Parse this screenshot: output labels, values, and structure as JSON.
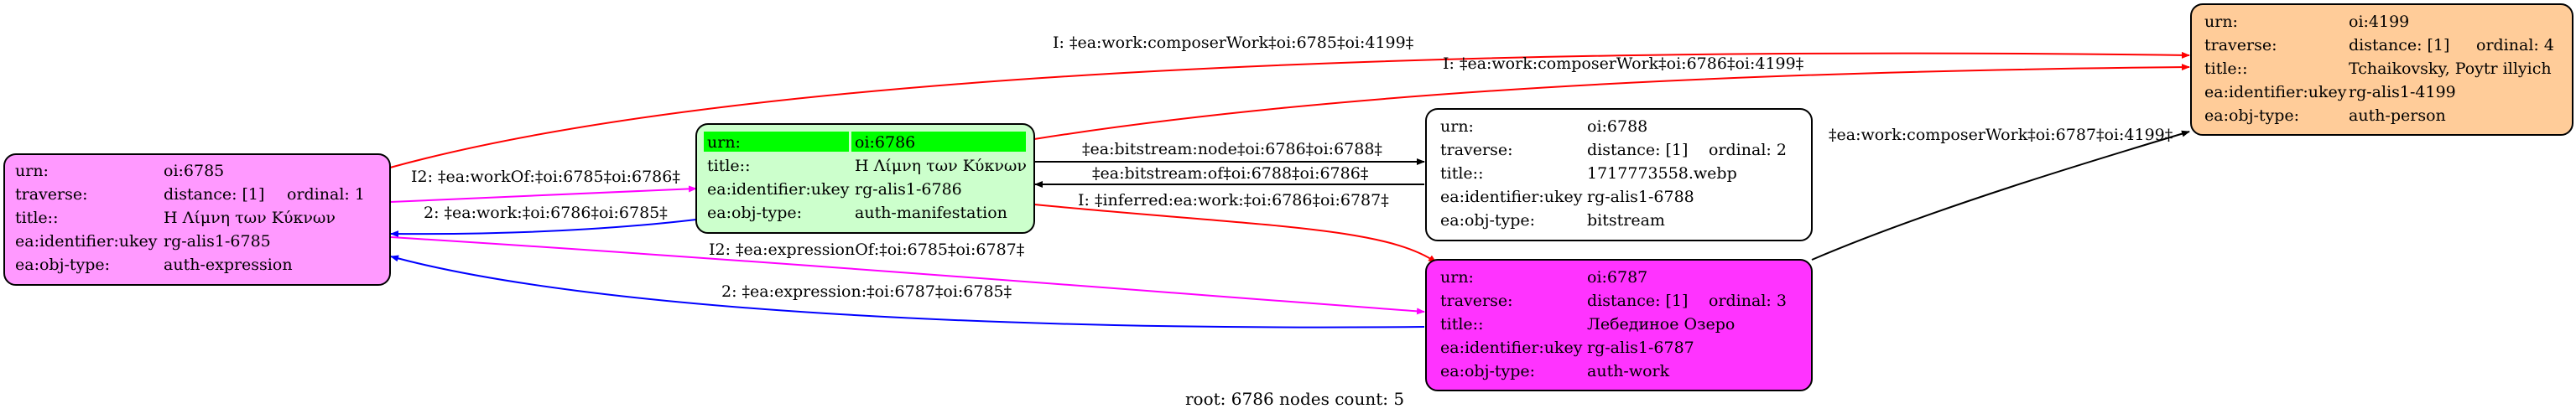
{
  "footer": {
    "prefix": "root:",
    "root": "6786",
    "nodes_label": "nodes count:",
    "count": "5"
  },
  "nodes": [
    {
      "id": "n6785",
      "fill": "#ff99ff",
      "rows": [
        {
          "key": "urn:",
          "value": "oi:6785"
        },
        {
          "key": "traverse:",
          "value": "distance: [1]",
          "extra": "ordinal: 1"
        },
        {
          "key": "title::",
          "value": "Η Λίμνη των Κύκνων"
        },
        {
          "key": "ea:identifier:ukey",
          "value": "rg-alis1-6785"
        },
        {
          "key": "ea:obj-type:",
          "value": "auth-expression"
        }
      ]
    },
    {
      "id": "n6786",
      "fill": "#ccffcc",
      "header_fill": "#00ff00",
      "rows": [
        {
          "key": "urn:",
          "value": "oi:6786"
        },
        {
          "key": "title::",
          "value": "Η Λίμνη των Κύκνων"
        },
        {
          "key": "ea:identifier:ukey",
          "value": "rg-alis1-6786"
        },
        {
          "key": "ea:obj-type:",
          "value": "auth-manifestation"
        }
      ]
    },
    {
      "id": "n6788",
      "fill": "#ffffff",
      "rows": [
        {
          "key": "urn:",
          "value": "oi:6788"
        },
        {
          "key": "traverse:",
          "value": "distance: [1]",
          "extra": "ordinal: 2"
        },
        {
          "key": "title::",
          "value": "1717773558.webp"
        },
        {
          "key": "ea:identifier:ukey",
          "value": "rg-alis1-6788"
        },
        {
          "key": "ea:obj-type:",
          "value": "bitstream"
        }
      ]
    },
    {
      "id": "n6787",
      "fill": "#ff33ff",
      "rows": [
        {
          "key": "urn:",
          "value": "oi:6787"
        },
        {
          "key": "traverse:",
          "value": "distance: [1]",
          "extra": "ordinal: 3"
        },
        {
          "key": "title::",
          "value": "Лебединое Озеро"
        },
        {
          "key": "ea:identifier:ukey",
          "value": "rg-alis1-6787"
        },
        {
          "key": "ea:obj-type:",
          "value": "auth-work"
        }
      ]
    },
    {
      "id": "n4199",
      "fill": "#ffcc99",
      "rows": [
        {
          "key": "urn:",
          "value": "oi:4199"
        },
        {
          "key": "traverse:",
          "value": "distance: [1]",
          "extra": "ordinal: 4"
        },
        {
          "key": "title::",
          "value": "Tchaikovsky, Poytr illyich"
        },
        {
          "key": "ea:identifier:ukey",
          "value": "rg-alis1-4199"
        },
        {
          "key": "ea:obj-type:",
          "value": "auth-person"
        }
      ]
    }
  ],
  "edges": [
    {
      "label": "I: ‡ea:work:composerWork‡oi:6785‡oi:4199‡",
      "color": "#ff0000"
    },
    {
      "label": "I: ‡ea:work:composerWork‡oi:6786‡oi:4199‡",
      "color": "#ff0000"
    },
    {
      "label": "‡ea:work:composerWork‡oi:6787‡oi:4199‡",
      "color": "#000000"
    },
    {
      "label": "I2: ‡ea:workOf:‡oi:6785‡oi:6786‡",
      "color": "#ff00ff"
    },
    {
      "label": "2: ‡ea:work:‡oi:6786‡oi:6785‡",
      "color": "#0000ff"
    },
    {
      "label": "‡ea:bitstream:node‡oi:6786‡oi:6788‡",
      "color": "#000000"
    },
    {
      "label": "‡ea:bitstream:of‡oi:6788‡oi:6786‡",
      "color": "#000000"
    },
    {
      "label": "I: ‡inferred:ea:work:‡oi:6786‡oi:6787‡",
      "color": "#ff0000"
    },
    {
      "label": "I2: ‡ea:expressionOf:‡oi:6785‡oi:6787‡",
      "color": "#ff00ff"
    },
    {
      "label": "2: ‡ea:expression:‡oi:6787‡oi:6785‡",
      "color": "#0000ff"
    }
  ]
}
